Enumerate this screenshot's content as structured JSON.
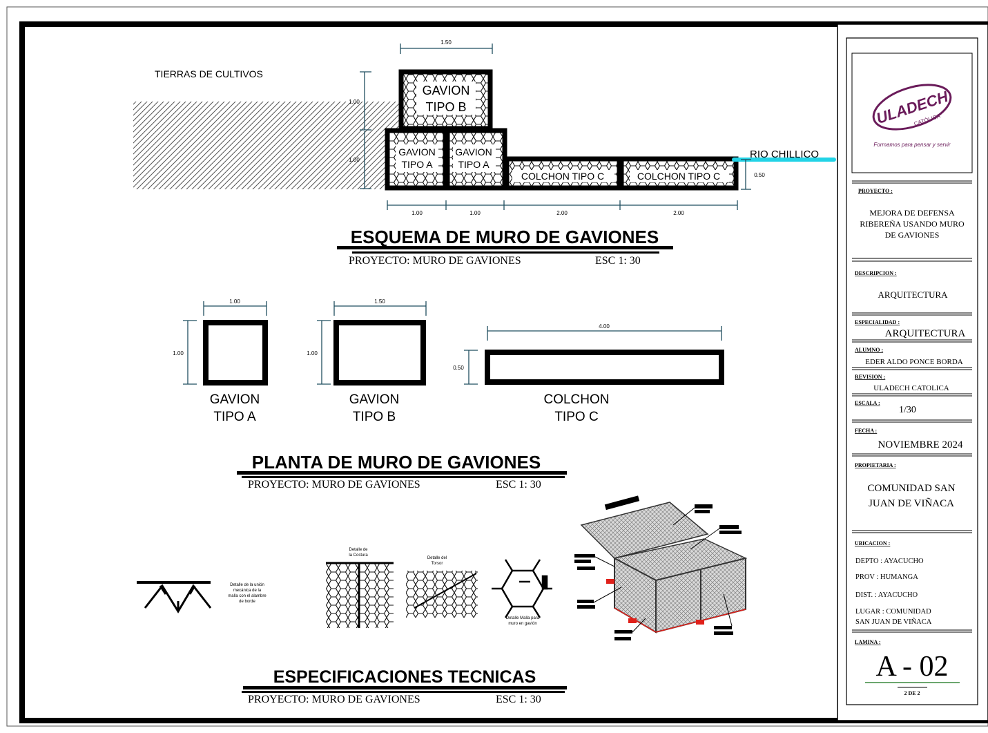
{
  "colors": {
    "line": "#000000",
    "dim": "#1f4e5f",
    "river": "#22d3e6",
    "accent_red": "#e0201a",
    "logo_purple": "#6a1b5a",
    "logo_green": "#3b8a3e"
  },
  "section1": {
    "soil_label": "TIERRAS DE CULTIVOS",
    "river_label": "RIO CHILLICO",
    "gabion_b_line1": "GAVION",
    "gabion_b_line2": "TIPO B",
    "gabion_a_line1": "GAVION",
    "gabion_a_line2": "TIPO A",
    "colchon_label": "COLCHON TIPO C",
    "dims": {
      "top": "1.50",
      "h_upper": "1.00",
      "h_lower": "1.00",
      "h_right": "0.50",
      "b1": "1.00",
      "b2": "1.00",
      "b3": "2.00",
      "b4": "2.00"
    },
    "title": "ESQUEMA DE MURO DE GAVIONES",
    "subtitle_project": "PROYECTO: MURO DE GAVIONES",
    "subtitle_scale": "ESC 1: 30"
  },
  "section2": {
    "items": [
      {
        "line1": "GAVION",
        "line2": "TIPO A",
        "w": "1.00",
        "h": "1.00"
      },
      {
        "line1": "GAVION",
        "line2": "TIPO B",
        "w": "1.50",
        "h": "1.00"
      },
      {
        "line1": "COLCHON",
        "line2": "TIPO C",
        "w": "4.00",
        "h": "0.50"
      }
    ],
    "title": "PLANTA DE MURO DE GAVIONES",
    "subtitle_project": "PROYECTO: MURO DE GAVIONES",
    "subtitle_scale": "ESC 1: 30"
  },
  "section3": {
    "detail_union": [
      "Detalle de la unión",
      "mecánica de la",
      "malla con el alambre",
      "de borde"
    ],
    "detail_costura": [
      "Detalle de",
      "la Costura"
    ],
    "detail_torsion": [
      "Detalle del",
      "Torsor"
    ],
    "detail_malla": [
      "Detalle Malla para",
      "muro en gavión"
    ],
    "title": "ESPECIFICACIONES TECNICAS",
    "subtitle_project": "PROYECTO: MURO DE GAVIONES",
    "subtitle_scale": "ESC 1: 30"
  },
  "title_block": {
    "logo_text": "ULADECH",
    "logo_sub": "CATÓLICA",
    "logo_motto": "Formamos para pensar y servir",
    "proyecto_label": "PROYECTO :",
    "proyecto_lines": [
      "MEJORA DE DEFENSA",
      "RIBEREÑA USANDO MURO",
      "DE GAVIONES"
    ],
    "descripcion_label": "DESCRIPCION :",
    "descripcion_value": "ARQUITECTURA",
    "especialidad_label": "ESPECIALIDAD :",
    "especialidad_value": "ARQUITECTURA",
    "alumno_label": "ALUMNO :",
    "alumno_value": "EDER ALDO PONCE BORDA",
    "revision_label": "REVISION :",
    "revision_value": "ULADECH CATOLICA",
    "escala_label": "ESCALA :",
    "escala_value": "1/30",
    "fecha_label": "FECHA :",
    "fecha_value": "NOVIEMBRE 2024",
    "propietaria_label": "PROPIETARIA :",
    "propietaria_lines": [
      "COMUNIDAD SAN",
      "JUAN DE VIÑACA"
    ],
    "ubicacion_label": "UBICACION :",
    "depto": "DEPTO  :  AYACUCHO",
    "prov": "PROV   :  HUMANGA",
    "dist": "DIST.    :  AYACUCHO",
    "lugar_line1": "LUGAR  : COMUNIDAD",
    "lugar_line2": "SAN JUAN DE VIÑACA",
    "lamina_label": "LAMINA :",
    "lamina_value": "A - 02",
    "lamina_sub": "2 DE 2"
  }
}
